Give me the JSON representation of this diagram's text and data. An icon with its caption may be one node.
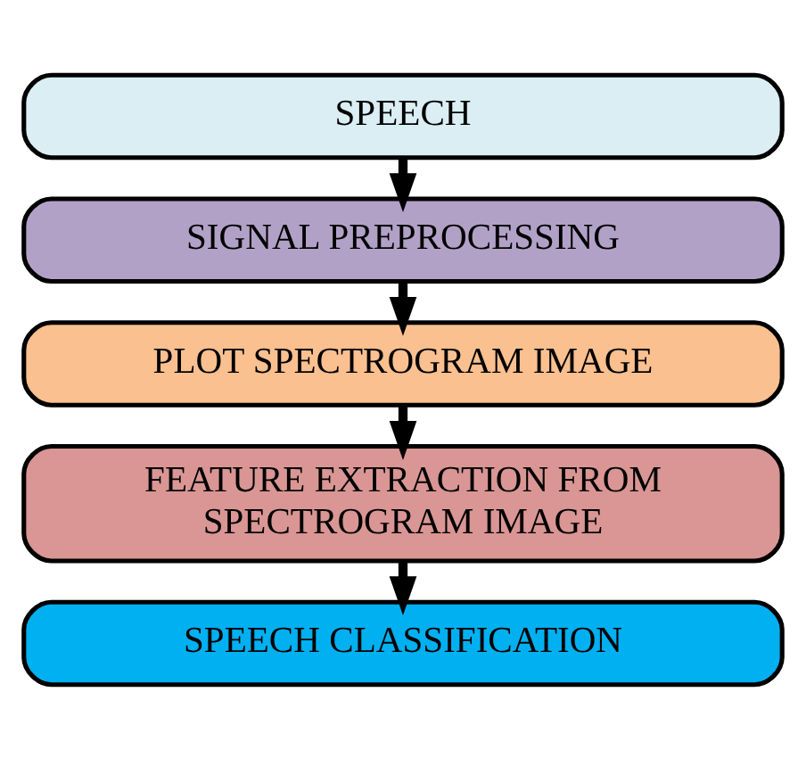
{
  "diagram": {
    "nodes": [
      {
        "text": [
          "SPEECH"
        ]
      },
      {
        "text": [
          "SIGNAL PREPROCESSING"
        ]
      },
      {
        "text": [
          "PLOT SPECTROGRAM IMAGE"
        ]
      },
      {
        "text": [
          "FEATURE EXTRACTION FROM SPECTROGRAM IMAGE"
        ]
      },
      {
        "text": [
          "SPEECH CLASSIFICATION"
        ]
      }
    ],
    "edges": [
      {
        "from": 0,
        "to": 1,
        "arrow": "to"
      },
      {
        "from": 1,
        "to": 2,
        "arrow": "to"
      },
      {
        "from": 2,
        "to": 3,
        "arrow": "to"
      },
      {
        "from": 3,
        "to": 4,
        "arrow": "to"
      }
    ]
  }
}
